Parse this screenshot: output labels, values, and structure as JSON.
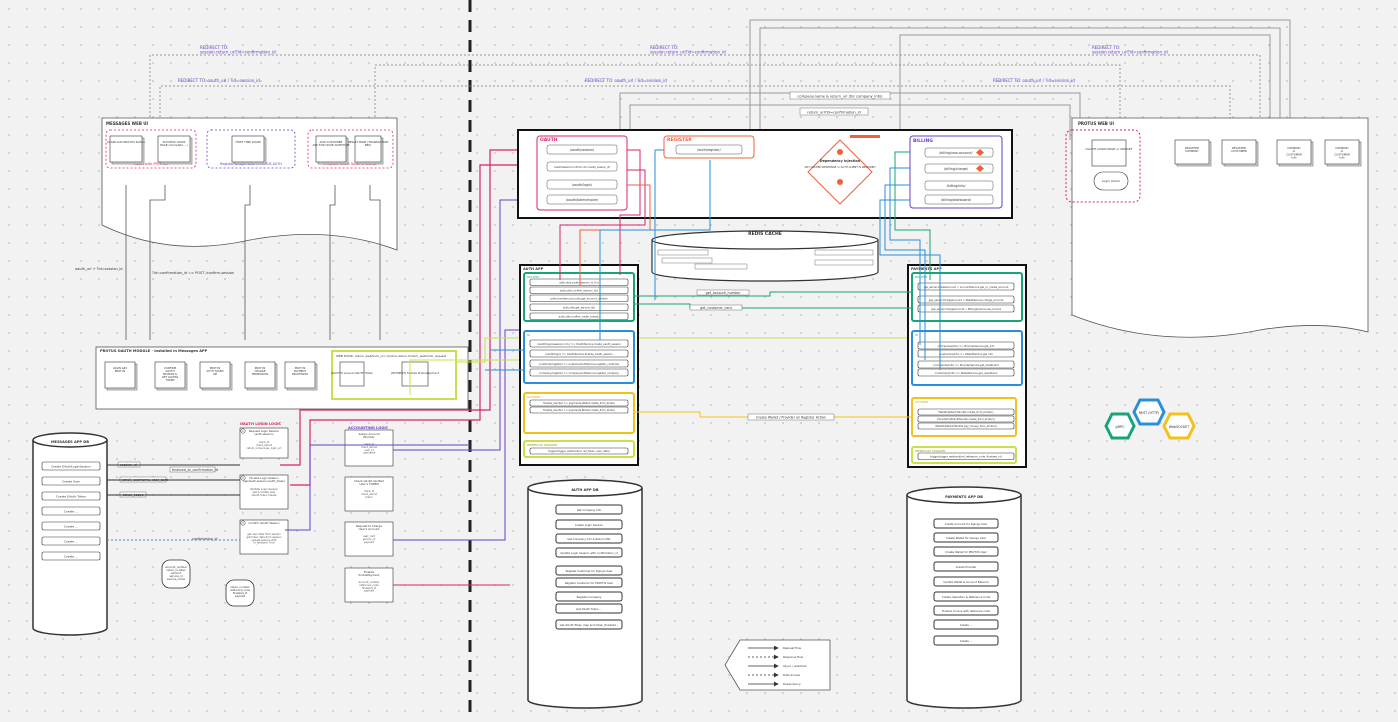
{
  "redirects": {
    "left": "REDIRECT TO:\nsession.return_url?id=confirmation_id",
    "mid": "REDIRECT TO:\nsession.return_url?id=confirmation_id",
    "right": "REDIRECT TO:\nsession.return_url?id=confirmation_id",
    "oauth_left": "REDIRECT TO: oauth_url / ?id=session_id",
    "oauth_mid": "REDIRECT TO: oauth_url / ?id=session_id",
    "oauth_right": "REDIRECT TO: oauth_url / ?id=session_id",
    "company": "company.name & return_url (for company_info)",
    "return_url": "return_url?id=confirmation_id"
  },
  "messages_web_ui": {
    "title": "MESSAGES WEB UI",
    "group1_label": "Login with PROTUS",
    "group2_label": "Register & login User / PROTUS AUTH",
    "group3_label": "Integrate OAuth Token & Charge",
    "boxes": [
      "LOGIN with PROTUS button",
      "SUCCESS LOGIN PAGE (Complete ...)",
      "FIRST TIME LOGIN",
      "ADD CUSTOMER ASK FOR ISSUE DATE/TIME",
      "RESULT PAGE (TRANSACTION RES)"
    ]
  },
  "labels": {
    "oauth_url": "oauth_url + ?id=session_id",
    "confirmation": "?id=confirmation_id => POST /confirm-session",
    "session_id": "session_id",
    "finalized": "finalized_at_confirmation_id",
    "email": "email, username, user_card",
    "token_scope": "token_scope",
    "confirmation_id": "confirmation_id",
    "get_account_number": "get_account_number",
    "get_customer_card": "get_customer_card",
    "create_wallet": "Create Wallet / Provider on Register Action"
  },
  "protus_module": {
    "title": "PROTUS OAUTH MODULE - Installed in Messages APP",
    "boxes": [
      "LOGIN with PROTUS",
      "CONFIRM OAUTH SESSION & GET ACCESS TOKEN",
      "PROTUS AUTH TOKEN API",
      "PROTUS CHARGE PERMISSION",
      "PROTUS PAYMENT PROCESSOR"
    ],
    "webhook_title": "WEB HOOK: return_webhook_url / protus.return.hook/n_webhook_request",
    "webhook_boxes": [
      "[OAUTH] ensure OAUTH Token",
      "[PAYMENT] finalize ProtusPayment"
    ]
  },
  "oauth_logic": {
    "title": "OAUTH LOGIN LOGIC",
    "steps": [
      {
        "n": "1",
        "title": "Request Login Session (auth.session)",
        "body": "client_id\nclient_secret\nreturn_url/success_login_url"
      },
      {
        "n": "2",
        "title": "Finalize Login Session (/api/auth.session.oauth_token)",
        "body": "Validate Login Session\nGet & Create User\nOAuth Token Create"
      },
      {
        "n": "3",
        "title": "Confirm OAuth Session",
        "body": "get user data from session\nget token data from session\nupdate session with\n'is_finalized: True'"
      }
    ]
  },
  "account_logic": {
    "title": "ACCOUNTING LOGIC",
    "steps": [
      {
        "title": "Assign Account Number",
        "body": "client_id\nclient_secret\nuser_id\nusername"
      },
      {
        "title": "Check OAuth Verified User's TOKEN",
        "body": "client_id\nclient_secret\ntoken"
      },
      {
        "title": "Request to Charge User's Account",
        "body": "user_card\nservice_id\npayload"
      },
      {
        "title": "Finalize ProtusPayment",
        "body": "account_number\nreference_code\nfinalized_id\npayload"
      }
    ],
    "bubbles": [
      "account_number\nreturn_number\namount\nservice_id\nservice_name",
      "return_number\nreference_code\nfinalized_id\npayload"
    ]
  },
  "messages_db": {
    "title": "MESSAGES APP DB",
    "rows": [
      "Create OAuthLoginSession",
      "Create User",
      "Create OAuth Token",
      "Create ...",
      "Create ...",
      "Create ...",
      "Create ..."
    ]
  },
  "auth_api": {
    "oauth_title": "OAUTH",
    "oauth_items": [
      "/oauth/session/",
      "/oauth/session/confirm/<id>/oauth_session_id/",
      "/oauth/login/",
      "/oauth/token/expire/"
    ],
    "register_title": "REGISTER",
    "register_items": [
      "/auth/register/"
    ],
    "dependency_title": "Dependency Injection",
    "dependency_body": "GET CACHED RESPONSE or AUTH CLIENT IS REQUIRED",
    "billing_title": "BILLING",
    "billing_items": [
      "/billing/new-account/",
      "/billing/charge/",
      "/billing/info/",
      "/billing/dashboard/"
    ]
  },
  "redis": {
    "title": "REDIS CACHE"
  },
  "auth_app": {
    "title": "AUTH APP",
    "sections": [
      "ROUTES",
      "UI",
      "ACTIONS",
      "WEBHOOK TRIGGER"
    ],
    "routes": [
      "auth.utils.oauth_session_id_fn()",
      "auth.utils.confirm_session_id()",
      "proto.handlers.accounts.get_account_number",
      "auth.utils.get_service_id()",
      "auth.utils.confirm_oauth_token()"
    ],
    "ui": [
      "/oauth/login/session/<id>/ => OAuthService.create_oauth_session",
      "/oauth/login/ => OAuthService.finalize_oauth_session",
      "/customer/register/ => CustomerAuthService.register_customer",
      "/company/register/ => CompanyAuthService.register_company"
    ],
    "actions": [
      "finalize_handler => payments.Wallet.create_from_broker",
      "finalize_handler => payments.Broker.create_from_broker"
    ],
    "webhook": [
      "trigger.trigger_webhook(id, ref_token, user_data)"
    ]
  },
  "payments_app": {
    "title": "PAYMENTS APP",
    "sections": [
      "ROUTES",
      "UI",
      "ACTIONS",
      "WEBHOOK TRIGGER"
    ],
    "routes": [
      "gsp_server.CreateAccount > AccountService.get_or_create_account",
      "gsp_server.ChargeAccount > WalletService.charge_account",
      "gsp_server.ChargeAccount > BillingService.new_invoice"
    ],
    "ui": [
      "/companies/info/ => ProviderService.get_info",
      "/customers/info/ => WalletService.get_info",
      "/companies/info/ => ProviderService.get_dashboard",
      "/customers/info/ => WalletService.get_operations"
    ],
    "actions": [
      "WalletCallbackHandler.create_from_broker()",
      "ProviderCallbackHandler.create_from_broker()",
      "WalletCallbackHandler.pay_money_from_broker()"
    ],
    "webhook": [
      "trigger.trigger_webhook(ref_reference_code, finalized_id)"
    ]
  },
  "auth_db": {
    "title": "AUTH APP DB",
    "rows": [
      "Get Company Info",
      "Create Login Session",
      "Get Company Info & Return URL",
      "Update Login Session with confirmation_id",
      "Register Customer for Django User",
      "Register Customer for PROTUS User",
      "Register Company",
      "Get OAuth Token ...",
      "Get OAuth Token map and token_finalized..."
    ]
  },
  "payments_db": {
    "title": "PAYMENTS APP DB",
    "rows": [
      "Create Account for Django User",
      "Create Wallet for Django User",
      "Create Wallet for PROTUS User",
      "Create Provider",
      "Update Wallet & Account Balance",
      "Create Operation & Reference Code",
      "Finalize invoice with reference code",
      "Create ...",
      "Create ..."
    ]
  },
  "protus_web_ui": {
    "title": "PROTUS WEB UI",
    "oauth_page": "OAUTH LOGIN PAGE or WIDGET",
    "login_button": "Login Action",
    "boxes": [
      "REGISTER COMPANY",
      "REGISTER CUSTOMER",
      "COMPANY or CUSTOMER Info",
      "COMPANY or CUSTOMER Info"
    ]
  },
  "hexagons": [
    "gRPC",
    "REST (HTTP)",
    "WebSOCKET"
  ],
  "legend": {
    "items": [
      "Request flow",
      "Response flow",
      "Async / webhook",
      "Data access",
      "Dependency"
    ]
  },
  "colors": {
    "magenta": "#d6246e",
    "purple": "#6a3fc6",
    "blue": "#2a8fd8",
    "teal": "#19a37a",
    "yellow": "#f2c11b",
    "lime": "#c8e04a",
    "orange": "#f0603b",
    "gray": "#8a8a8a"
  }
}
